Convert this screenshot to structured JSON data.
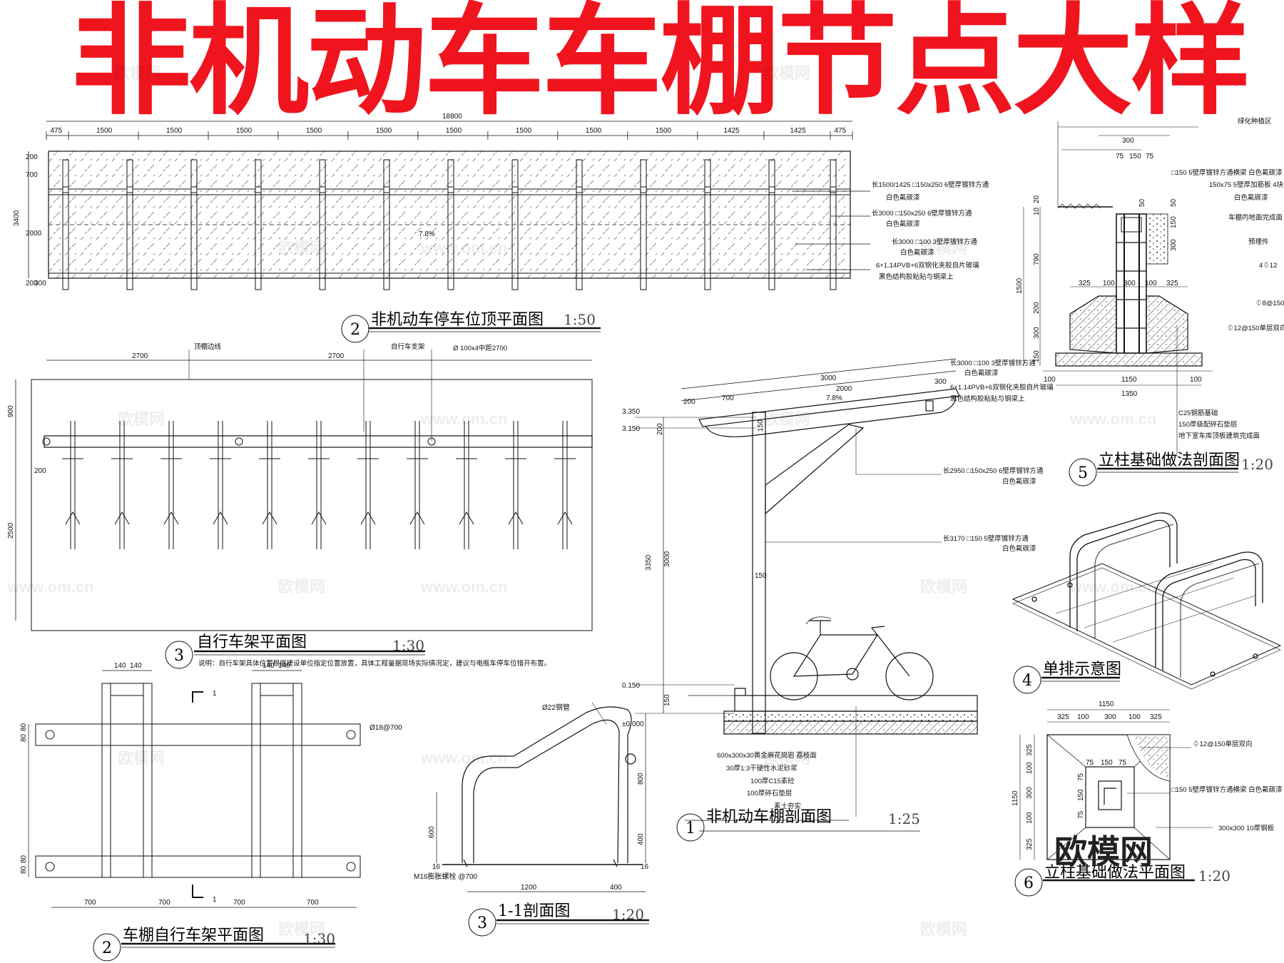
{
  "title": "非机动车车棚节点大样",
  "watermark": {
    "logo": "欧模网",
    "site": "www.om.cn"
  },
  "roof_plan": {
    "title": "非机动车停车位顶平面图",
    "number": "2",
    "scale": "1:50",
    "total": "18800",
    "top_dims": [
      "475",
      "1500",
      "1500",
      "1500",
      "1500",
      "1500",
      "1500",
      "1500",
      "1500",
      "1500",
      "1425",
      "1425",
      "475"
    ],
    "left_dims": [
      "200",
      "700",
      "2000",
      "200",
      "300"
    ],
    "left_total": "3400",
    "slope": "7.8%",
    "notes": [
      "长1500/1425 □150x250 6壁厚镀锌方通",
      "白色氟碳漆",
      "长3000 □150x250 6壁厚镀锌方通",
      "白色氟碳漆",
      "长3000 □100 3壁厚镀锌方通",
      "白色氟碳漆",
      "6+1.14PVB+6双钢化夹胶自片玻璃",
      "黑色结构胶粘贴与钢梁上"
    ]
  },
  "bike_rack_plan": {
    "title": "自行车架平面图",
    "number": "3",
    "scale": "1:30",
    "dims": [
      "2700",
      "2700"
    ],
    "label_edge": "顶棚边线",
    "label_rack": "自行车支架",
    "label_pipe": "Ø 100x4中距2700",
    "left_dims": [
      "900",
      "200",
      "2500"
    ],
    "note": "说明：自行车架具体位置根据建设单位指定位置放置，具体工程量据现场实际情况定，建议与电瓶车停车位错开布置。"
  },
  "shed_rack_plan": {
    "title": "车棚自行车架平面图",
    "number": "2",
    "scale": "1:30",
    "top_dims": [
      "140",
      "140",
      "140",
      "140"
    ],
    "bottom_dims": [
      "700",
      "700",
      "700",
      "700"
    ],
    "left_dims": [
      "80",
      "80",
      "80",
      "80"
    ],
    "bolt": "Ø18@700",
    "cut": "1"
  },
  "section_1_1": {
    "title": "1-1剖面图",
    "number": "3",
    "scale": "1:20",
    "pipe": "Ø22钢管",
    "bolt": "M16膨胀螺栓 @700",
    "dims": [
      "1200",
      "400",
      "600",
      "800",
      "400",
      "16",
      "16"
    ]
  },
  "shed_section": {
    "title": "非机动车棚剖面图",
    "number": "1",
    "scale": "1:25",
    "top_dims": [
      "3000",
      "2000",
      "300",
      "200",
      "700"
    ],
    "slope": "7.8%",
    "elevations": [
      "3.350",
      "3.150",
      "0.150",
      "±0.000"
    ],
    "left_dims": [
      "200",
      "3350",
      "3000",
      "150",
      "150"
    ],
    "notes": [
      "长3000 □100 3壁厚镀锌方通",
      "白色氟碳漆",
      "6+1.14PVB+6双钢化夹胶自片玻璃",
      "黑色结构胶粘贴与钢梁上",
      "长2950 □150x250 6壁厚镀锌方通",
      "白色氟碳漆",
      "长3170 □150 5壁厚镀锌方通",
      "白色氟碳漆"
    ],
    "layers": [
      "600x300x30黄金麻花岗岩 荔枝面",
      "30厚1:3干硬性水泥砂浆",
      "100厚C15素砼",
      "100厚碎石垫层",
      "素土夯实"
    ],
    "post_dim": "150"
  },
  "foundation_section": {
    "title": "立柱基础做法剖面图",
    "number": "5",
    "scale": "1:20",
    "top_label": "绿化种植区",
    "top_dims": [
      "300",
      "75",
      "150",
      "75"
    ],
    "side_dims": [
      "20",
      "10",
      "50",
      "50",
      "150",
      "790",
      "300",
      "1500",
      "200",
      "300",
      "150"
    ],
    "base_dims": [
      "325",
      "100",
      "300",
      "100",
      "325",
      "100",
      "1150",
      "100",
      "1350"
    ],
    "notes": [
      "□150 5壁厚镀锌方通横梁 白色氟碳漆",
      "150x75 5壁厚加筋板 4块",
      "白色氟碳漆",
      "车棚内地面完成面",
      "预埋件",
      "4⏀12",
      "⏀8@150",
      "⏀12@150单层双向",
      "C25钢筋基础",
      "150厚级配碎石垫层",
      "地下室车库顶板建筑完成面"
    ]
  },
  "single_row": {
    "title": "单排示意图",
    "number": "4"
  },
  "foundation_plan": {
    "title": "立柱基础做法平面图",
    "number": "6",
    "scale": "1:20",
    "top_dims": [
      "1150",
      "325",
      "100",
      "300",
      "100",
      "325"
    ],
    "inner_dims": [
      "75",
      "150",
      "75"
    ],
    "left_dims": [
      "325",
      "100",
      "300",
      "100",
      "325",
      "1150",
      "75",
      "150",
      "75"
    ],
    "notes": [
      "⏀12@150单层双向",
      "□150 5壁厚镀锌方通横梁 白色氟碳漆",
      "300x300 10厚钢板"
    ]
  },
  "colors": {
    "title": "#f0141e",
    "line": "#111111"
  }
}
